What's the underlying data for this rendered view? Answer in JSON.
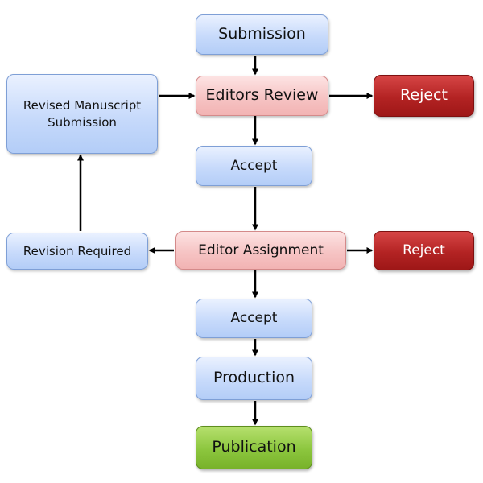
{
  "diagram": {
    "nodes": {
      "submission": "Submission",
      "editors_review": "Editors Review",
      "reject_top": "Reject",
      "revised_line1": "Revised Manuscript",
      "revised_line2": "Submission",
      "accept_top": "Accept",
      "revision_required": "Revision Required",
      "editor_assignment": "Editor Assignment",
      "reject_bottom": "Reject",
      "accept_bottom": "Accept",
      "production": "Production",
      "publication": "Publication"
    },
    "colors": {
      "process": "#c7dafb",
      "review": "#f6c4c4",
      "reject": "#b32323",
      "final": "#8cc63e",
      "arrow": "#000000"
    }
  }
}
